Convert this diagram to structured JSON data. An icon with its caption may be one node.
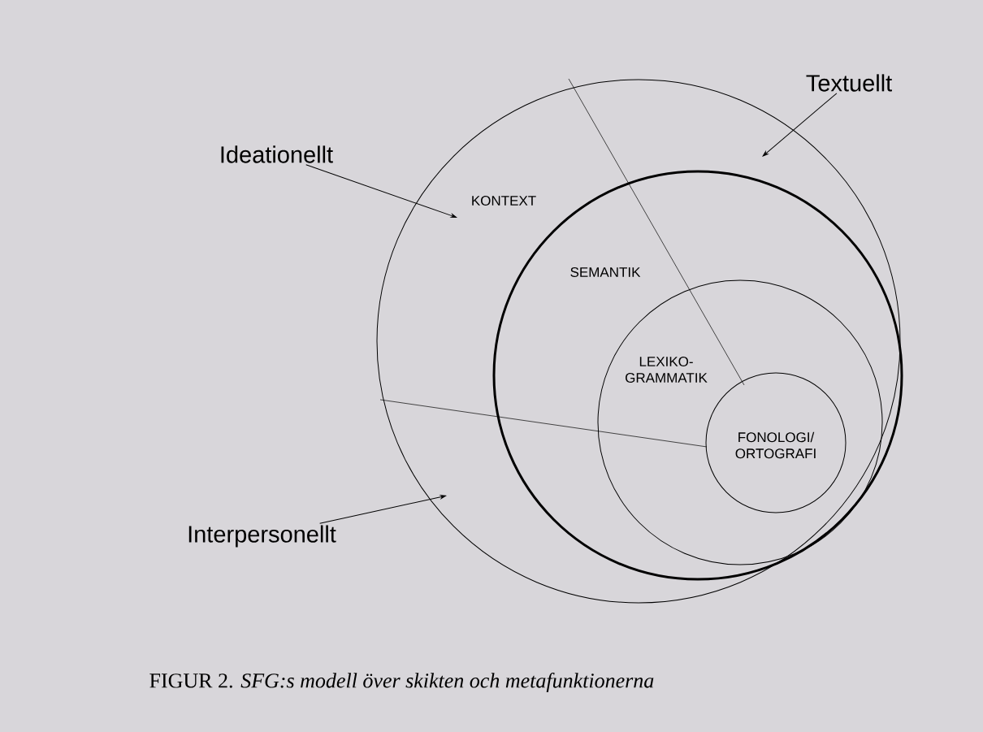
{
  "diagram": {
    "caption": "FIGUR 2. *SFG:s modell över skikten och metafunktionerna*",
    "nodes": [
      {
        "text": [
          "KONTEXT"
        ]
      },
      {
        "text": [
          "SEMANTIK"
        ],
        "in": 0
      },
      {
        "text": [
          "LEXIKO- GRAMMATIK"
        ],
        "in": 1
      },
      {
        "text": [
          "FONOLOGI/ ORTOGRAFI"
        ],
        "in": 2
      },
      {
        "text": [
          "Textuellt"
        ]
      },
      {
        "text": [
          "Ideationellt"
        ]
      },
      {
        "text": [
          "Interpersonellt"
        ]
      }
    ],
    "edges": [
      {
        "from": 4,
        "to": 0,
        "arrow": "to"
      },
      {
        "from": 5,
        "to": 0,
        "arrow": "to"
      },
      {
        "from": 6,
        "to": 0,
        "arrow": "to"
      }
    ]
  }
}
